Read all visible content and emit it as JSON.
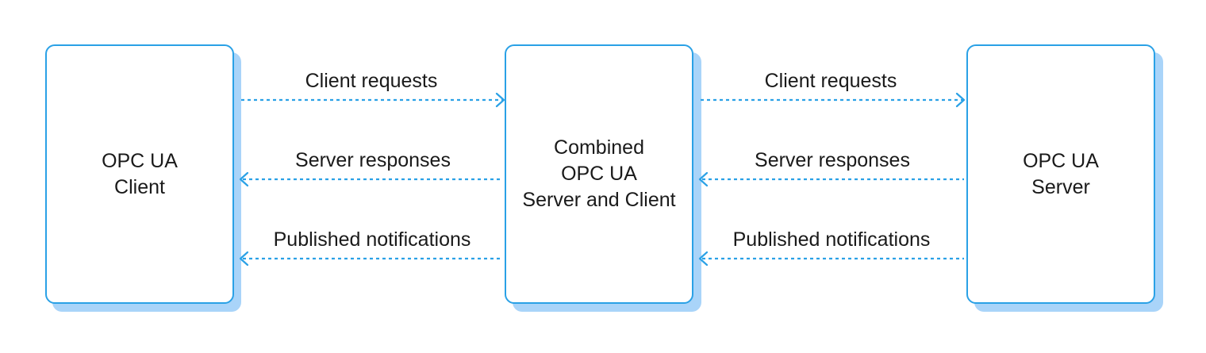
{
  "boxes": {
    "left": {
      "label": "OPC UA\nClient"
    },
    "middle": {
      "label": "Combined\nOPC UA\nServer and Client"
    },
    "right": {
      "label": "OPC UA\nServer"
    }
  },
  "links": {
    "left_pair": {
      "requests": "Client requests",
      "responses": "Server responses",
      "notifications": "Published notifications"
    },
    "right_pair": {
      "requests": "Client requests",
      "responses": "Server responses",
      "notifications": "Published notifications"
    }
  },
  "colors": {
    "border": "#2aa1e6",
    "shadow": "#a9d4f9",
    "arrow": "#2aa1e6",
    "text": "#1a1a1a"
  }
}
